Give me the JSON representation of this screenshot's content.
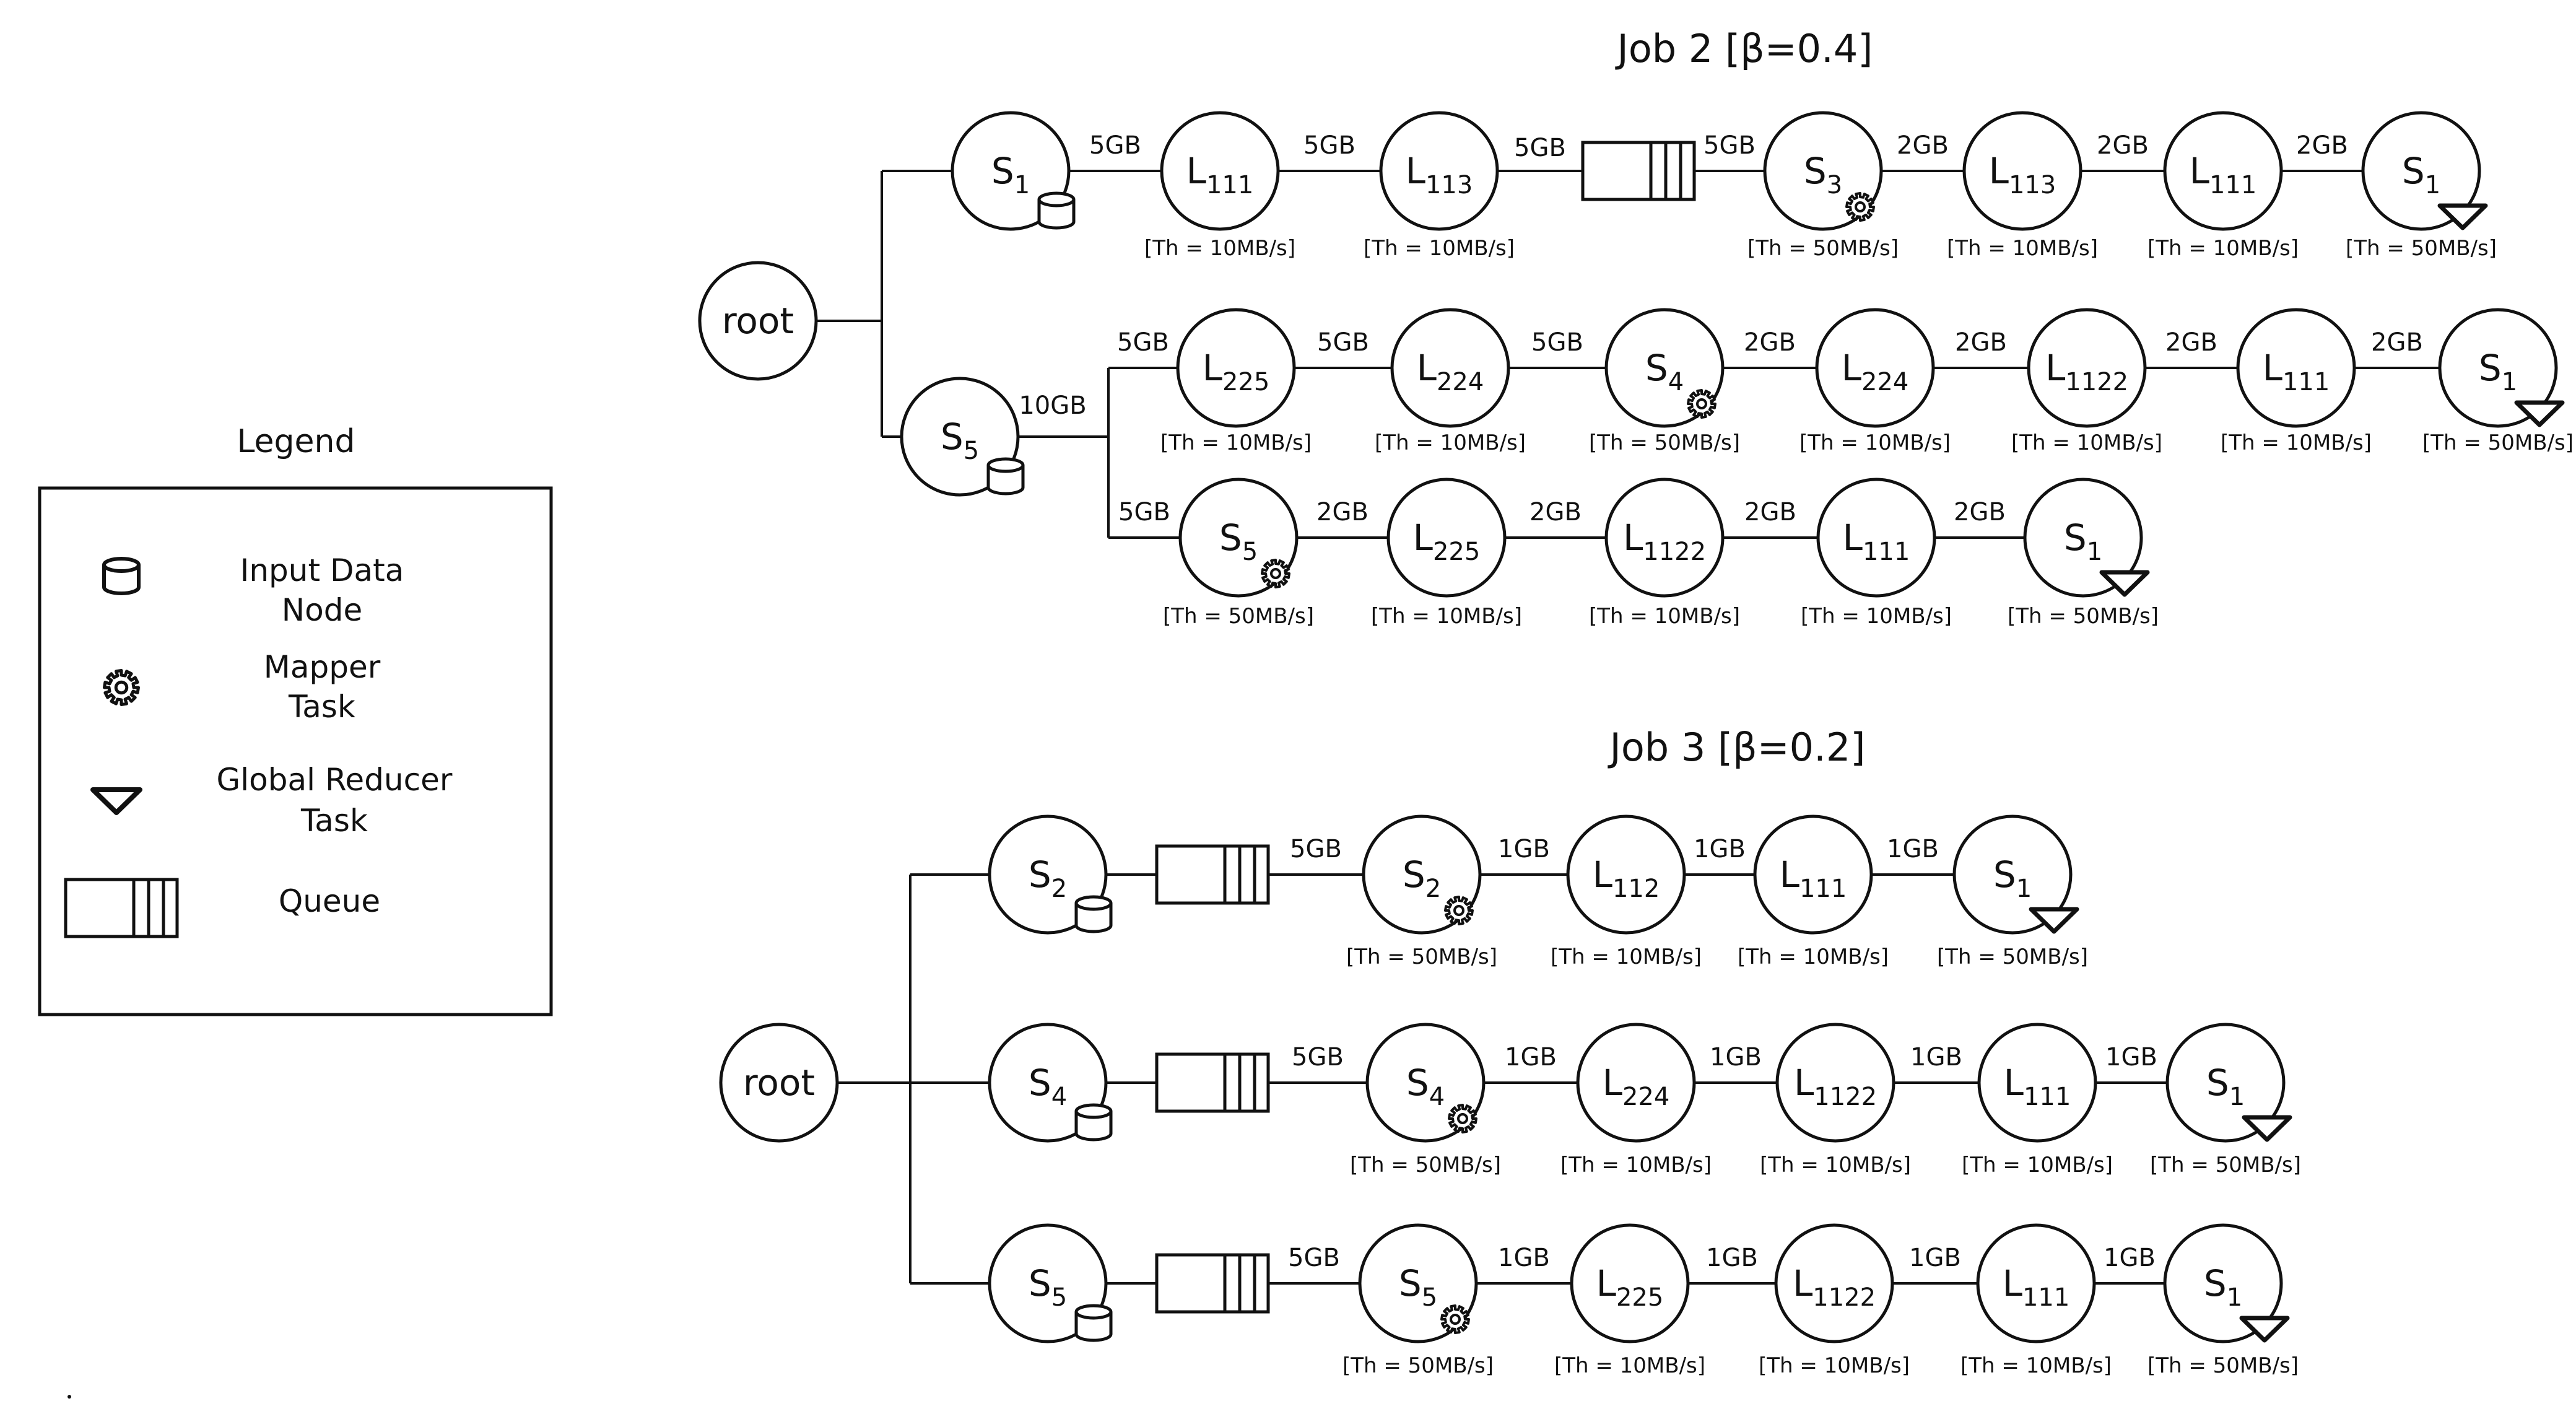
{
  "legend": {
    "title": "Legend",
    "items": [
      {
        "icon": "database-icon",
        "label_lines": [
          "Input Data",
          "Node"
        ]
      },
      {
        "icon": "gear-icon",
        "label_lines": [
          "Mapper",
          "Task"
        ]
      },
      {
        "icon": "triangle-down-icon",
        "label_lines": [
          "Global Reducer",
          "Task"
        ]
      },
      {
        "icon": "queue-icon",
        "label_lines": [
          "Queue"
        ]
      }
    ]
  },
  "jobs": [
    {
      "title": "Job 2 [β=0.4]",
      "root": "root",
      "branches": [
        {
          "source": {
            "name": "S",
            "sub": "1"
          },
          "segments": [
            {
              "edge": "5GB",
              "node": {
                "name": "L",
                "sub": "111"
              },
              "th": "[Th = 10MB/s]"
            },
            {
              "edge": "5GB",
              "node": {
                "name": "L",
                "sub": "113"
              },
              "th": "[Th = 10MB/s]"
            },
            {
              "edge": "5GB",
              "queue": true
            },
            {
              "edge": "5GB",
              "node": {
                "name": "S",
                "sub": "3",
                "badge": "gear"
              },
              "th": "[Th = 50MB/s]"
            },
            {
              "edge": "2GB",
              "node": {
                "name": "L",
                "sub": "113"
              },
              "th": "[Th = 10MB/s]"
            },
            {
              "edge": "2GB",
              "node": {
                "name": "L",
                "sub": "111"
              },
              "th": "[Th = 10MB/s]"
            },
            {
              "edge": "2GB",
              "node": {
                "name": "S",
                "sub": "1",
                "badge": "reducer"
              },
              "th": "[Th = 50MB/s]"
            }
          ]
        },
        {
          "source": {
            "name": "S",
            "sub": "5"
          },
          "split_edge": "10GB",
          "segments": [
            {
              "edge": "5GB",
              "node": {
                "name": "L",
                "sub": "225"
              },
              "th": "[Th = 10MB/s]"
            },
            {
              "edge": "5GB",
              "node": {
                "name": "L",
                "sub": "224"
              },
              "th": "[Th = 10MB/s]"
            },
            {
              "edge": "5GB",
              "node": {
                "name": "S",
                "sub": "4",
                "badge": "gear"
              },
              "th": "[Th = 50MB/s]"
            },
            {
              "edge": "2GB",
              "node": {
                "name": "L",
                "sub": "224"
              },
              "th": "[Th = 10MB/s]"
            },
            {
              "edge": "2GB",
              "node": {
                "name": "L",
                "sub": "1122"
              },
              "th": "[Th = 10MB/s]"
            },
            {
              "edge": "2GB",
              "node": {
                "name": "L",
                "sub": "111"
              },
              "th": "[Th = 10MB/s]"
            },
            {
              "edge": "2GB",
              "node": {
                "name": "S",
                "sub": "1",
                "badge": "reducer"
              },
              "th": "[Th = 50MB/s]"
            }
          ]
        },
        {
          "source": null,
          "segments": [
            {
              "edge": "5GB",
              "node": {
                "name": "S",
                "sub": "5",
                "badge": "gear"
              },
              "th": "[Th = 50MB/s]"
            },
            {
              "edge": "2GB",
              "node": {
                "name": "L",
                "sub": "225"
              },
              "th": "[Th = 10MB/s]"
            },
            {
              "edge": "2GB",
              "node": {
                "name": "L",
                "sub": "1122"
              },
              "th": "[Th = 10MB/s]"
            },
            {
              "edge": "2GB",
              "node": {
                "name": "L",
                "sub": "111"
              },
              "th": "[Th = 10MB/s]"
            },
            {
              "edge": "2GB",
              "node": {
                "name": "S",
                "sub": "1",
                "badge": "reducer"
              },
              "th": "[Th = 50MB/s]"
            }
          ]
        }
      ]
    },
    {
      "title": "Job 3 [β=0.2]",
      "root": "root",
      "branches": [
        {
          "source": {
            "name": "S",
            "sub": "2"
          },
          "segments": [
            {
              "edge": "",
              "queue": true
            },
            {
              "edge": "5GB",
              "node": {
                "name": "S",
                "sub": "2",
                "badge": "gear"
              },
              "th": "[Th = 50MB/s]"
            },
            {
              "edge": "1GB",
              "node": {
                "name": "L",
                "sub": "112"
              },
              "th": "[Th = 10MB/s]"
            },
            {
              "edge": "1GB",
              "node": {
                "name": "L",
                "sub": "111"
              },
              "th": "[Th = 10MB/s]"
            },
            {
              "edge": "1GB",
              "node": {
                "name": "S",
                "sub": "1",
                "badge": "reducer"
              },
              "th": "[Th = 50MB/s]"
            }
          ]
        },
        {
          "source": {
            "name": "S",
            "sub": "4"
          },
          "segments": [
            {
              "edge": "",
              "queue": true
            },
            {
              "edge": "5GB",
              "node": {
                "name": "S",
                "sub": "4",
                "badge": "gear"
              },
              "th": "[Th = 50MB/s]"
            },
            {
              "edge": "1GB",
              "node": {
                "name": "L",
                "sub": "224"
              },
              "th": "[Th = 10MB/s]"
            },
            {
              "edge": "1GB",
              "node": {
                "name": "L",
                "sub": "1122"
              },
              "th": "[Th = 10MB/s]"
            },
            {
              "edge": "1GB",
              "node": {
                "name": "L",
                "sub": "111"
              },
              "th": "[Th = 10MB/s]"
            },
            {
              "edge": "1GB",
              "node": {
                "name": "S",
                "sub": "1",
                "badge": "reducer"
              },
              "th": "[Th = 50MB/s]"
            }
          ]
        },
        {
          "source": {
            "name": "S",
            "sub": "5"
          },
          "segments": [
            {
              "edge": "",
              "queue": true
            },
            {
              "edge": "5GB",
              "node": {
                "name": "S",
                "sub": "5",
                "badge": "gear"
              },
              "th": "[Th = 50MB/s]"
            },
            {
              "edge": "1GB",
              "node": {
                "name": "L",
                "sub": "225"
              },
              "th": "[Th = 10MB/s]"
            },
            {
              "edge": "1GB",
              "node": {
                "name": "L",
                "sub": "1122"
              },
              "th": "[Th = 10MB/s]"
            },
            {
              "edge": "1GB",
              "node": {
                "name": "L",
                "sub": "111"
              },
              "th": "[Th = 10MB/s]"
            },
            {
              "edge": "1GB",
              "node": {
                "name": "S",
                "sub": "1",
                "badge": "reducer"
              },
              "th": "[Th = 50MB/s]"
            }
          ]
        }
      ]
    }
  ]
}
